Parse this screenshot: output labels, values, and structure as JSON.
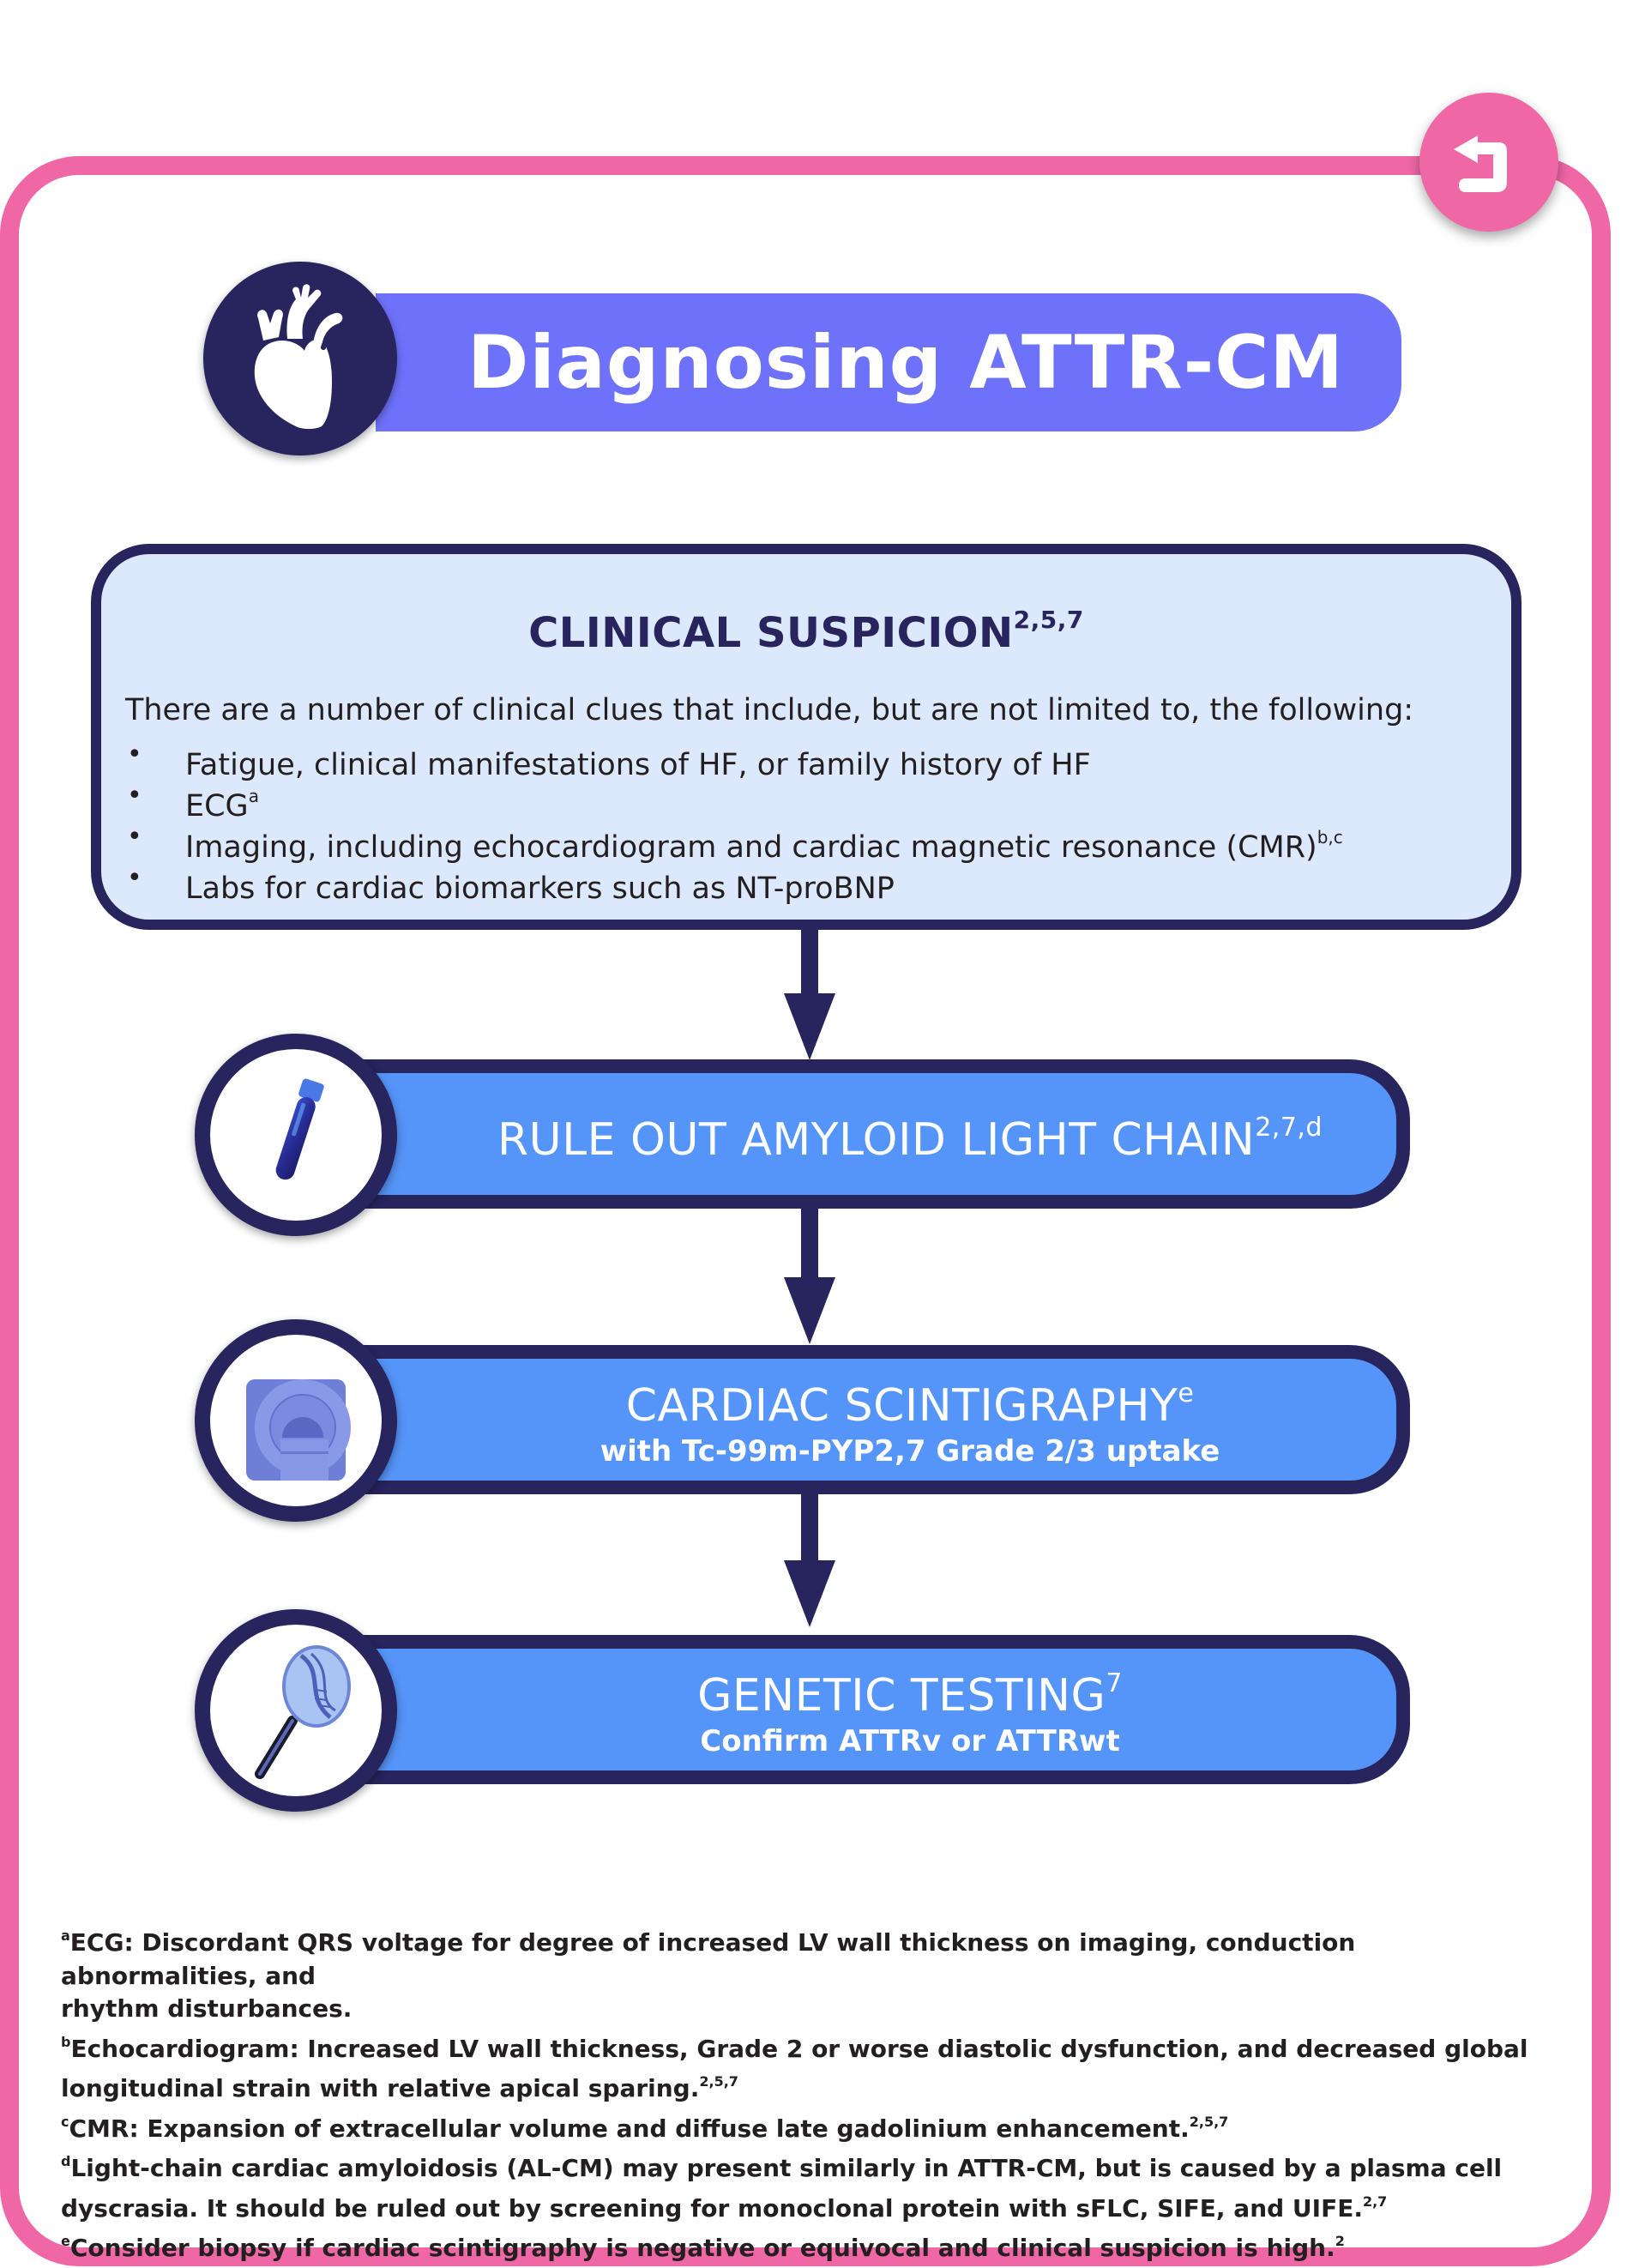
{
  "header": {
    "title": "Diagnosing ATTR-CM",
    "back_button_label": "Back",
    "icons": {
      "back": "return-arrow-icon",
      "heart": "heart-icon"
    }
  },
  "colors": {
    "frame_pink": "#ef68a5",
    "navy": "#27245e",
    "title_purple": "#6e72fb",
    "step_blue": "#5594f8",
    "clinical_bg": "#dce8fb",
    "text_dark": "#231f20"
  },
  "clinical": {
    "title": "CLINICAL SUSPICION",
    "title_sup": "2,5,7",
    "intro": "There are a number of clinical clues that include, but are not limited to, the following:",
    "bullet_glyph": "•",
    "items": [
      {
        "text": "Fatigue, clinical manifestations of HF, or family history of HF",
        "sup": ""
      },
      {
        "text": "ECG",
        "sup": "a"
      },
      {
        "text": "Imaging, including echocardiogram and cardiac magnetic resonance (CMR)",
        "sup": "b,c"
      },
      {
        "text": "Labs for cardiac biomarkers such as NT-proBNP",
        "sup": ""
      }
    ]
  },
  "steps": [
    {
      "title": "RULE OUT AMYLOID LIGHT CHAIN",
      "title_sup": "2,7,d",
      "subtitle": "",
      "icon": "test-tube-icon"
    },
    {
      "title": "CARDIAC SCINTIGRAPHY",
      "title_sup": "e",
      "subtitle": "with Tc-99m-PYP2,7 Grade 2/3 uptake",
      "icon": "scanner-icon"
    },
    {
      "title": "GENETIC TESTING",
      "title_sup": "7",
      "subtitle": "Confirm ATTRv or ATTRwt",
      "icon": "dna-magnifier-icon"
    }
  ],
  "footnotes": [
    {
      "marker": "a",
      "lines": [
        "ECG: Discordant QRS voltage for degree of increased LV wall thickness on imaging, conduction abnormalities, and",
        "rhythm disturbances."
      ],
      "ref": ""
    },
    {
      "marker": "b",
      "lines": [
        "Echocardiogram: Increased LV wall thickness, Grade 2 or worse diastolic dysfunction, and decreased global",
        "longitudinal strain with relative apical sparing."
      ],
      "ref": "2,5,7"
    },
    {
      "marker": "c",
      "lines": [
        "CMR: Expansion of extracellular volume and diffuse late gadolinium enhancement."
      ],
      "ref": "2,5,7"
    },
    {
      "marker": "d",
      "lines": [
        "Light-chain cardiac amyloidosis (AL-CM) may present similarly in ATTR-CM, but is caused by a plasma cell",
        "dyscrasia. It should be ruled out by screening for monoclonal protein with sFLC, SIFE, and UIFE."
      ],
      "ref": "2,7"
    },
    {
      "marker": "e",
      "lines": [
        "Consider biopsy if cardiac scintigraphy is negative or equivocal and clinical suspicion is high."
      ],
      "ref": "2"
    }
  ]
}
